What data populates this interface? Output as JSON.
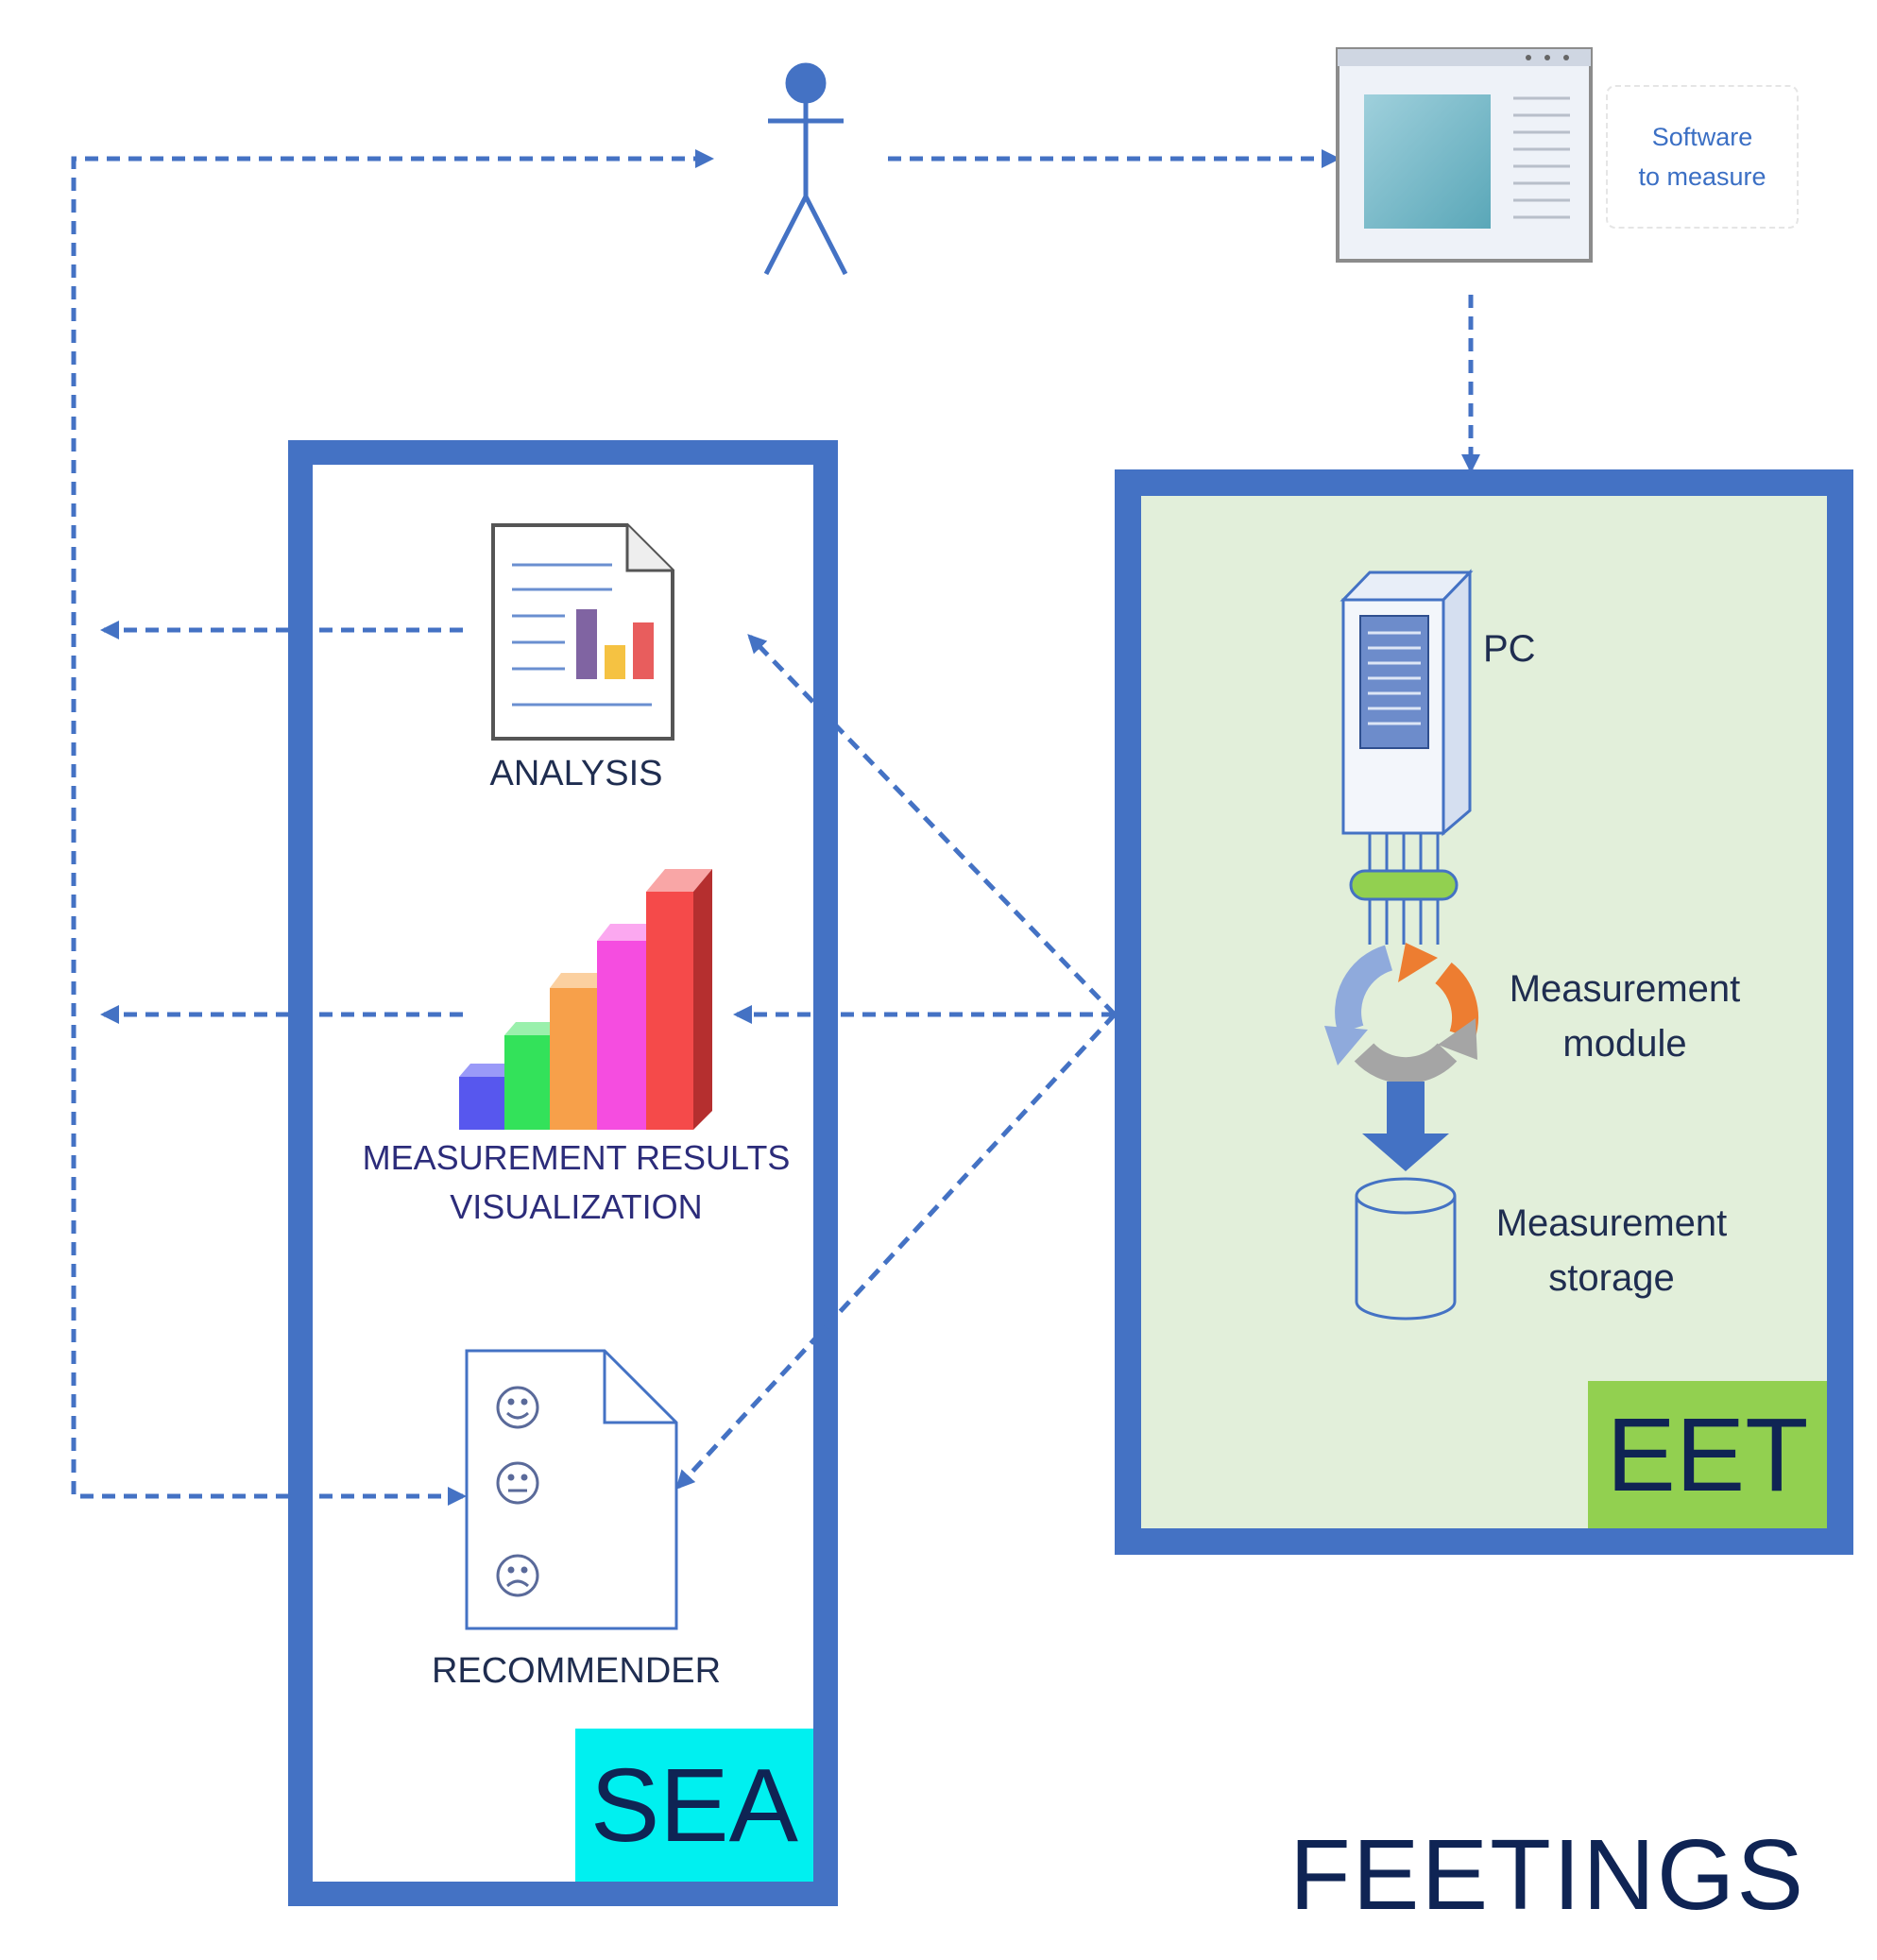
{
  "software_note": {
    "line1": "Software",
    "line2": "to measure"
  },
  "sea": {
    "tag": "SEA",
    "tag_color": "#00f0f0",
    "components": {
      "analysis": "ANALYSIS",
      "visualization_line1": "MEASUREMENT RESULTS",
      "visualization_line2": "VISUALIZATION",
      "recommender": "RECOMMENDER"
    }
  },
  "eet": {
    "tag": "EET",
    "tag_color": "#92d050",
    "background": "#e2efda",
    "pc": "PC",
    "module_line1": "Measurement",
    "module_line2": "module",
    "storage_line1": "Measurement",
    "storage_line2": "storage"
  },
  "brand": "FEETINGS",
  "colors": {
    "frame": "#4472c4",
    "arrow": "#4472c4",
    "text": "#0f2454"
  }
}
